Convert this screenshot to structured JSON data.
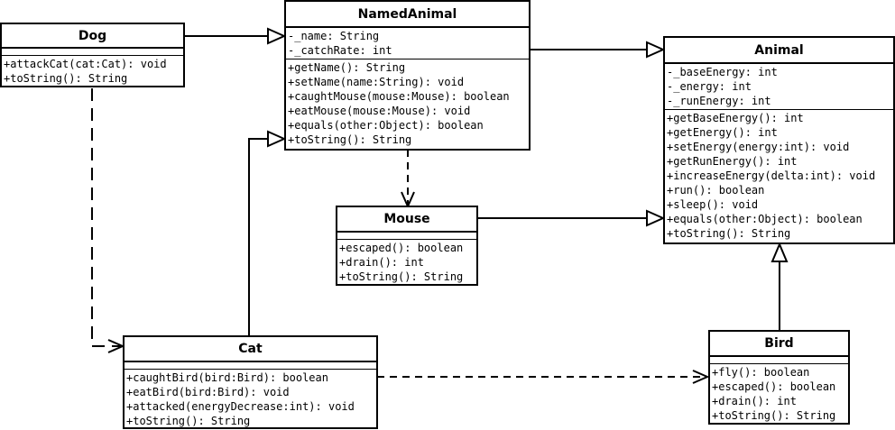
{
  "classes": {
    "dog": {
      "name": "Dog",
      "attributes": [],
      "methods": [
        "+attackCat(cat:Cat): void",
        "+toString(): String"
      ]
    },
    "named_animal": {
      "name": "NamedAnimal",
      "attributes": [
        "-_name: String",
        "-_catchRate: int"
      ],
      "methods": [
        "+getName(): String",
        "+setName(name:String): void",
        "+caughtMouse(mouse:Mouse): boolean",
        "+eatMouse(mouse:Mouse): void",
        "+equals(other:Object): boolean",
        "+toString(): String"
      ]
    },
    "animal": {
      "name": "Animal",
      "attributes": [
        "-_baseEnergy: int",
        "-_energy: int",
        "-_runEnergy: int"
      ],
      "methods": [
        "+getBaseEnergy(): int",
        "+getEnergy(): int",
        "+setEnergy(energy:int): void",
        "+getRunEnergy(): int",
        "+increaseEnergy(delta:int): void",
        "+run(): boolean",
        "+sleep(): void",
        "+equals(other:Object): boolean",
        "+toString(): String"
      ]
    },
    "mouse": {
      "name": "Mouse",
      "attributes": [],
      "methods": [
        "+escaped(): boolean",
        "+drain(): int",
        "+toString(): String"
      ]
    },
    "cat": {
      "name": "Cat",
      "attributes": [],
      "methods": [
        "+caughtBird(bird:Bird): boolean",
        "+eatBird(bird:Bird): void",
        "+attacked(energyDecrease:int): void",
        "+toString(): String"
      ]
    },
    "bird": {
      "name": "Bird",
      "attributes": [],
      "methods": [
        "+fly(): boolean",
        "+escaped(): boolean",
        "+drain(): int",
        "+toString(): String"
      ]
    }
  },
  "relations": [
    {
      "from": "Dog",
      "to": "NamedAnimal",
      "kind": "generalization"
    },
    {
      "from": "NamedAnimal",
      "to": "Animal",
      "kind": "generalization"
    },
    {
      "from": "Mouse",
      "to": "Animal",
      "kind": "generalization"
    },
    {
      "from": "Cat",
      "to": "NamedAnimal",
      "kind": "generalization"
    },
    {
      "from": "Bird",
      "to": "Animal",
      "kind": "generalization"
    },
    {
      "from": "Dog",
      "to": "Cat",
      "kind": "dependency"
    },
    {
      "from": "NamedAnimal",
      "to": "Mouse",
      "kind": "dependency"
    },
    {
      "from": "Cat",
      "to": "Bird",
      "kind": "dependency"
    }
  ]
}
